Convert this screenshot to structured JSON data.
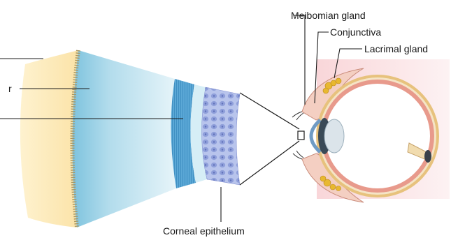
{
  "labels": {
    "meibomian": "Meibomian gland",
    "conjunctiva": "Conjunctiva",
    "lacrimal": "Lacrimal gland",
    "corneal_epithelium": "Corneal epithelium",
    "left_partial": "r"
  }
}
